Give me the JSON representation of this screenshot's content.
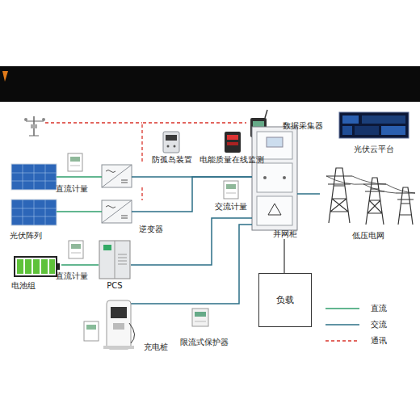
{
  "diagram": {
    "nodes": [
      {
        "text": [
          "数据采集器"
        ]
      },
      {
        "text": [
          "光伏云平台"
        ]
      },
      {
        "text": [
          "防孤岛装置"
        ]
      },
      {
        "text": [
          "电能质量在线监测"
        ]
      },
      {
        "text": [
          "直流计量"
        ]
      },
      {
        "text": [
          "交流计量"
        ]
      },
      {
        "text": [
          "光伏阵列"
        ]
      },
      {
        "text": [
          "逆变器"
        ]
      },
      {
        "text": [
          "并网柜"
        ]
      },
      {
        "text": [
          "低压电网"
        ]
      },
      {
        "text": [
          "电池组"
        ]
      },
      {
        "text": [
          "直流计量"
        ]
      },
      {
        "text": [
          "PCS"
        ]
      },
      {
        "text": [
          "负载"
        ]
      },
      {
        "text": [
          "充电桩"
        ]
      },
      {
        "text": [
          "限流式保护器"
        ]
      }
    ],
    "edges": [
      {
        "from": 6,
        "to": 7,
        "arrow": "none"
      },
      {
        "from": 6,
        "to": 7,
        "arrow": "none"
      },
      {
        "from": 7,
        "to": 8,
        "arrow": "none"
      },
      {
        "from": 7,
        "to": 8,
        "arrow": "none"
      },
      {
        "from": 8,
        "to": 9,
        "arrow": "none"
      },
      {
        "from": 10,
        "to": 12,
        "arrow": "none"
      },
      {
        "from": 12,
        "to": 8,
        "arrow": "none"
      },
      {
        "from": 14,
        "to": 8,
        "arrow": "none"
      },
      {
        "from": 8,
        "to": 13,
        "arrow": "none"
      },
      {
        "from": 7,
        "to": 0,
        "arrow": "none"
      }
    ],
    "legend": [
      {
        "text": "直流"
      },
      {
        "text": "交流"
      },
      {
        "text": "通讯"
      }
    ]
  }
}
